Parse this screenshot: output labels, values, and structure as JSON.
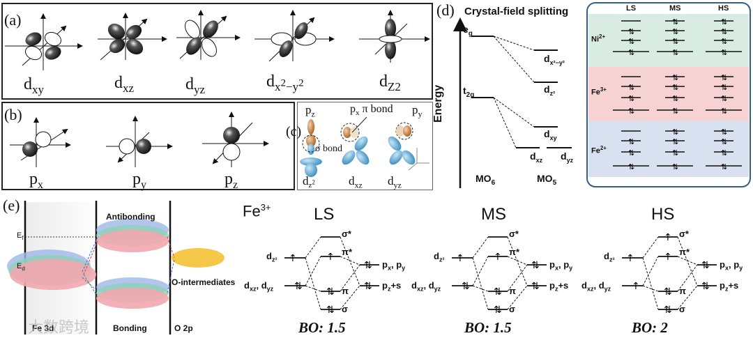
{
  "panel_a": {
    "label": "(a)",
    "orbitals": [
      "d",
      "xy",
      "d",
      "xz",
      "d",
      "yz",
      "d",
      "x",
      "2",
      "−y",
      "2",
      "d",
      "Z2"
    ]
  },
  "panel_b": {
    "label": "(b)",
    "orbitals": [
      "p",
      "x",
      "p",
      "y",
      "p",
      "z"
    ]
  },
  "panel_c": {
    "label": "(c)",
    "texts": [
      "p",
      "z",
      "p",
      "x",
      " π bond",
      "p",
      "y",
      "σ bond",
      "d",
      "z",
      "2",
      "d",
      "xz",
      "d",
      "yz"
    ]
  },
  "panel_d": {
    "label": "(d)",
    "title": "Crystal-field splitting",
    "energy": "Energy",
    "levels": [
      "e",
      "g",
      "t",
      "2g",
      "d",
      "x²−y²",
      "d",
      "z²",
      "d",
      "xy",
      "d",
      "xz",
      "d",
      "yz"
    ],
    "mo6": [
      "MO",
      "6"
    ],
    "mo5": [
      "MO",
      "5"
    ],
    "spin_headers": [
      "LS",
      "MS",
      "HS"
    ],
    "ions": [
      "Ni",
      "2+",
      "Fe",
      "3+",
      "Fe",
      "2+"
    ],
    "colors": {
      "ni_band": "#d8ece3",
      "fe3_band": "#f6d2d3",
      "fe2_band": "#d8e1f0",
      "frame": "#2f5f8a"
    }
  },
  "panel_e": {
    "label": "(e)",
    "texts": [
      "E",
      "f",
      "E",
      "d",
      "Antibonding",
      "Bonding",
      "O-intermediates",
      "Fe 3d",
      "O 2p"
    ],
    "colors": {
      "o_lobe": "#f5c84a",
      "pink": "#f2a7ae",
      "blue": "#9fb6e6",
      "green": "#8fcfb8"
    }
  },
  "fe3_mo": {
    "ion": [
      "Fe",
      "3+"
    ],
    "states": [
      "LS",
      "MS",
      "HS"
    ],
    "left_labels": [
      "d",
      "z²",
      "d",
      "xz",
      ", d",
      "yz"
    ],
    "right_labels": [
      "p",
      "x",
      ", p",
      "y",
      "p",
      "z",
      "+s"
    ],
    "mo_labels": [
      "σ*",
      "π*",
      "π",
      "σ"
    ],
    "bond_orders": [
      "BO: 1.5",
      "BO: 1.5",
      "BO: 2"
    ]
  },
  "watermark": "大数跨境"
}
